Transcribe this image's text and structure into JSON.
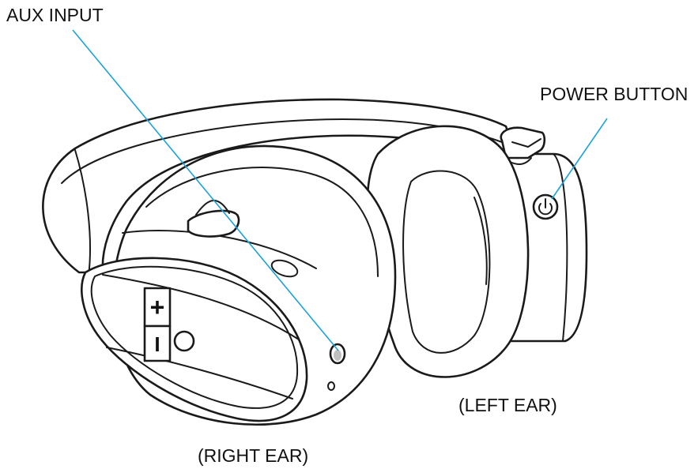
{
  "labels": {
    "aux_input": "AUX INPUT",
    "power_button": "POWER BUTTON",
    "left_ear": "(LEFT EAR)",
    "right_ear": "(RIGHT EAR)"
  },
  "buttons": {
    "volume_up_symbol": "+",
    "volume_down_symbol": "I"
  },
  "colors": {
    "leader_line": "#1aa3d9",
    "line_art": "#1a1a1a"
  },
  "icons": [
    "power-icon",
    "aux-jack-icon",
    "mic-hole-icon",
    "multifunction-button-icon",
    "led-indicator-icon"
  ]
}
